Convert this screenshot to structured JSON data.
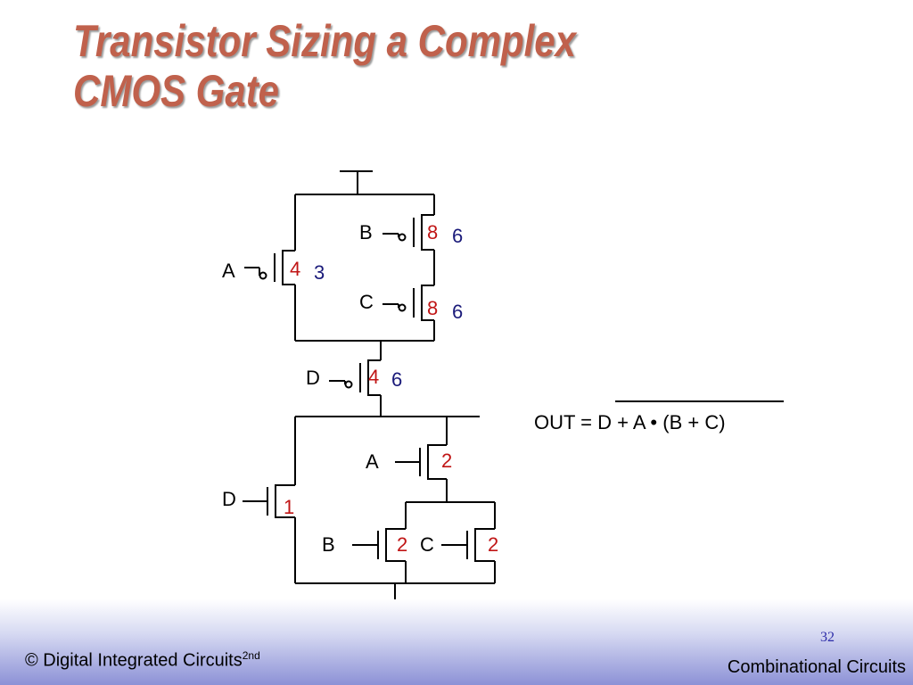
{
  "slide": {
    "title_line1": "Transistor Sizing a Complex",
    "title_line2": "CMOS Gate",
    "copyright": "© Digital Integrated Circuits",
    "edition": "2nd",
    "page_number": "32",
    "section": "Combinational Circuits"
  },
  "equation": {
    "text": "OUT = D + A • (B + C)",
    "overbar_span": "D + A • (B + C)"
  },
  "pmos": {
    "A": {
      "label": "A",
      "size": "4",
      "alt_size": "3"
    },
    "B": {
      "label": "B",
      "size": "8",
      "alt_size": "6"
    },
    "C": {
      "label": "C",
      "size": "8",
      "alt_size": "6"
    },
    "D": {
      "label": "D",
      "size": "4",
      "alt_size": "6"
    }
  },
  "nmos": {
    "A": {
      "label": "A",
      "size": "2"
    },
    "B": {
      "label": "B",
      "size": "2"
    },
    "C": {
      "label": "C",
      "size": "2"
    },
    "D": {
      "label": "D",
      "size": "1"
    }
  },
  "colors": {
    "title": "#c0614c",
    "size_primary": "#c01515",
    "size_alt": "#1a1a7a",
    "wire": "#000000",
    "footer_gradient_end": "#8c91d6"
  }
}
